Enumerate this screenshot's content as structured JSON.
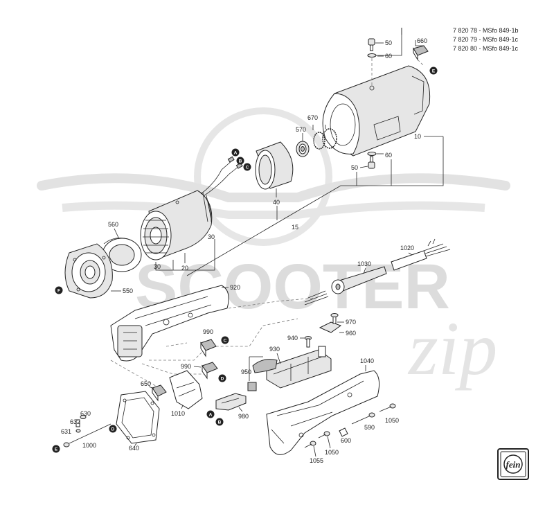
{
  "models": [
    "7 820 78 - MSfo 849-1b",
    "7 820 79 - MSfo 849-1c",
    "7 820 80 - MSfo 849-1c"
  ],
  "watermark": {
    "main": "SCOOTER",
    "script": "zip"
  },
  "brand": "fein",
  "parts": {
    "p50a": "50",
    "p60a": "60",
    "p660": "660",
    "p670": "670",
    "p570": "570",
    "p10": "10",
    "p60b": "60",
    "p50b": "50",
    "p40": "40",
    "p15": "15",
    "p560": "560",
    "p30a": "30",
    "p30b": "30",
    "p20": "20",
    "p550": "550",
    "p920": "920",
    "p1020": "1020",
    "p1030": "1030",
    "p970": "970",
    "p960": "960",
    "p940": "940",
    "p990a": "990",
    "p990b": "990",
    "p930": "930",
    "p950": "950",
    "p1040": "1040",
    "p650": "650",
    "p1010": "1010",
    "p980": "980",
    "p630": "630",
    "p632": "632",
    "p631": "631",
    "p1000": "1000",
    "p640": "640",
    "p590": "590",
    "p1050a": "1050",
    "p600": "600",
    "p1050b": "1050",
    "p1055": "1055"
  },
  "markers": {
    "E_top": "E",
    "A_top": "A",
    "B_top": "B",
    "C_top": "C",
    "F": "F",
    "C_mid": "C",
    "D_mid": "D",
    "A_bot": "A",
    "B_bot": "B",
    "D_bot": "D",
    "E_bot": "E"
  }
}
